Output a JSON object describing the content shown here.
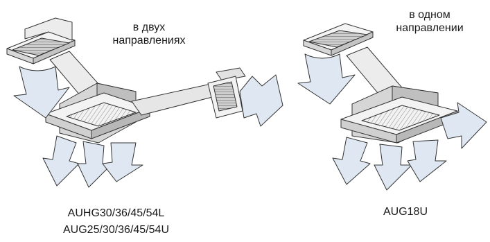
{
  "left_unit": {
    "caption_lines": [
      "в двух",
      "направлениях"
    ],
    "model_lines": [
      "AUHG30/36/45/54L",
      "AUG25/30/36/45/54U"
    ]
  },
  "right_unit": {
    "caption_lines": [
      "в одном",
      "направлении"
    ],
    "model_lines": [
      "AUG18U"
    ]
  },
  "colors": {
    "arrow_fill": "#dfe8f2",
    "duct_fill": "#ececec",
    "body_fill": "#d9d9d9",
    "stroke": "#333333"
  }
}
